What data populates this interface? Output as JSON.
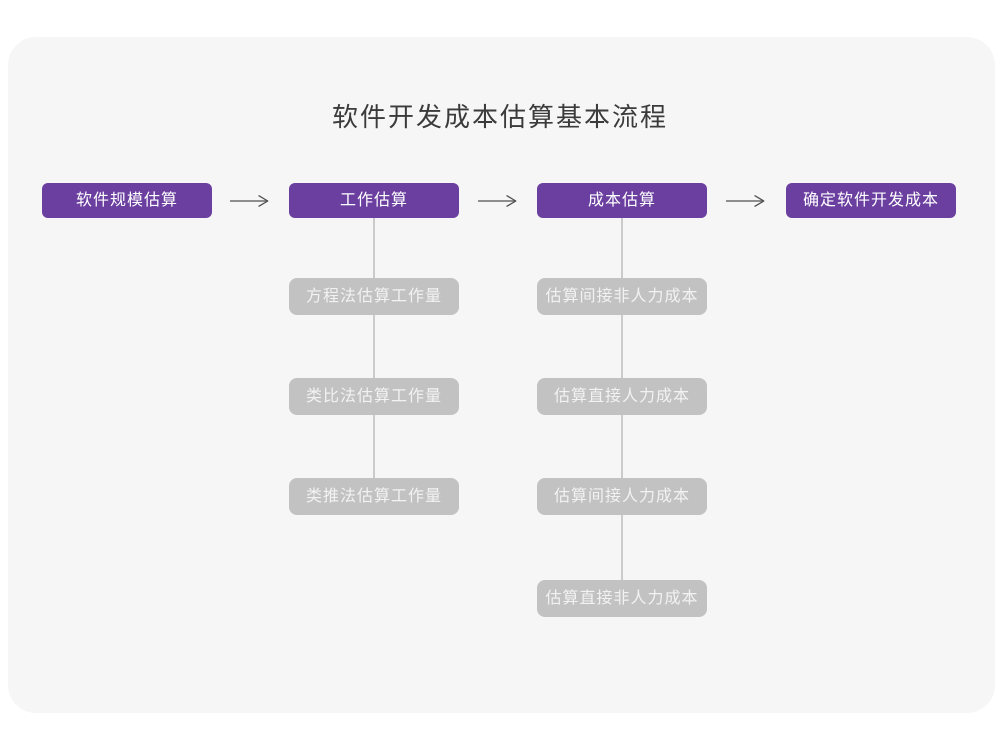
{
  "title": "软件开发成本估算基本流程",
  "flow": {
    "main_steps": [
      {
        "label": "软件规模估算"
      },
      {
        "label": "工作估算"
      },
      {
        "label": "成本估算"
      },
      {
        "label": "确定软件开发成本"
      }
    ],
    "work_substeps": [
      "方程法估算工作量",
      "类比法估算工作量",
      "类推法估算工作量"
    ],
    "cost_substeps": [
      "估算间接非人力成本",
      "估算直接人力成本",
      "估算间接人力成本",
      "估算直接非人力成本"
    ]
  },
  "colors": {
    "accent_purple": "#6B3FA0",
    "sub_node_gray": "#C2C2C2",
    "connector_gray": "#CBCBCB",
    "arrow_gray": "#4F4F4F",
    "card_background": "#F6F6F7",
    "page_background": "#FFFFFF",
    "title_text": "#3B3B3B",
    "node_text": "#FFFFFF"
  }
}
